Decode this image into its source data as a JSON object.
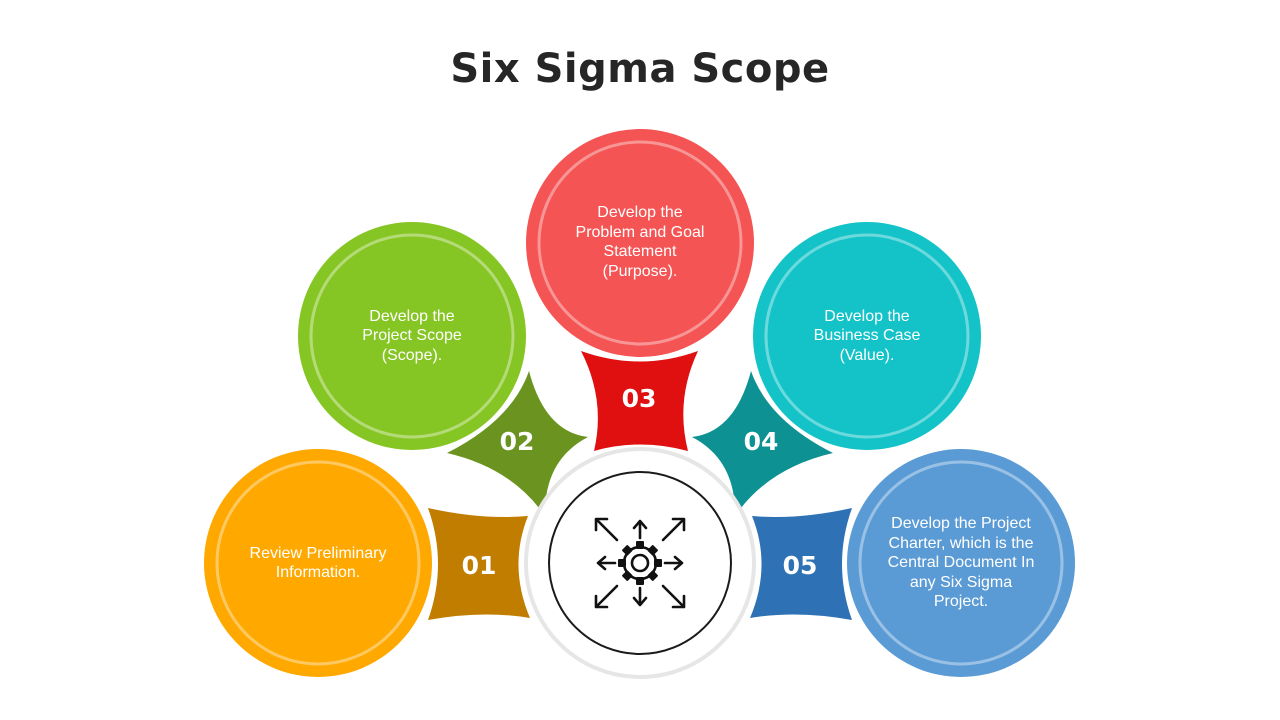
{
  "title": "Six Sigma Scope",
  "center": {
    "icon": "gear-with-outward-arrows-icon"
  },
  "steps": [
    {
      "number": "01",
      "text": "Review Preliminary Information.",
      "color": "#FFA800",
      "connector_color": "#C17D00"
    },
    {
      "number": "02",
      "text": "Develop the Project Scope (Scope).",
      "color": "#86C624",
      "connector_color": "#6A941F"
    },
    {
      "number": "03",
      "text": "Develop the Problem and Goal Statement (Purpose).",
      "color": "#F45454",
      "connector_color": "#E01010"
    },
    {
      "number": "04",
      "text": "Develop the Business Case (Value).",
      "color": "#13C3C8",
      "connector_color": "#0E9193"
    },
    {
      "number": "05",
      "text": "Develop the Project Charter, which is the Central Document In any Six Sigma Project.",
      "color": "#5B9BD5",
      "connector_color": "#2E72B5"
    }
  ]
}
